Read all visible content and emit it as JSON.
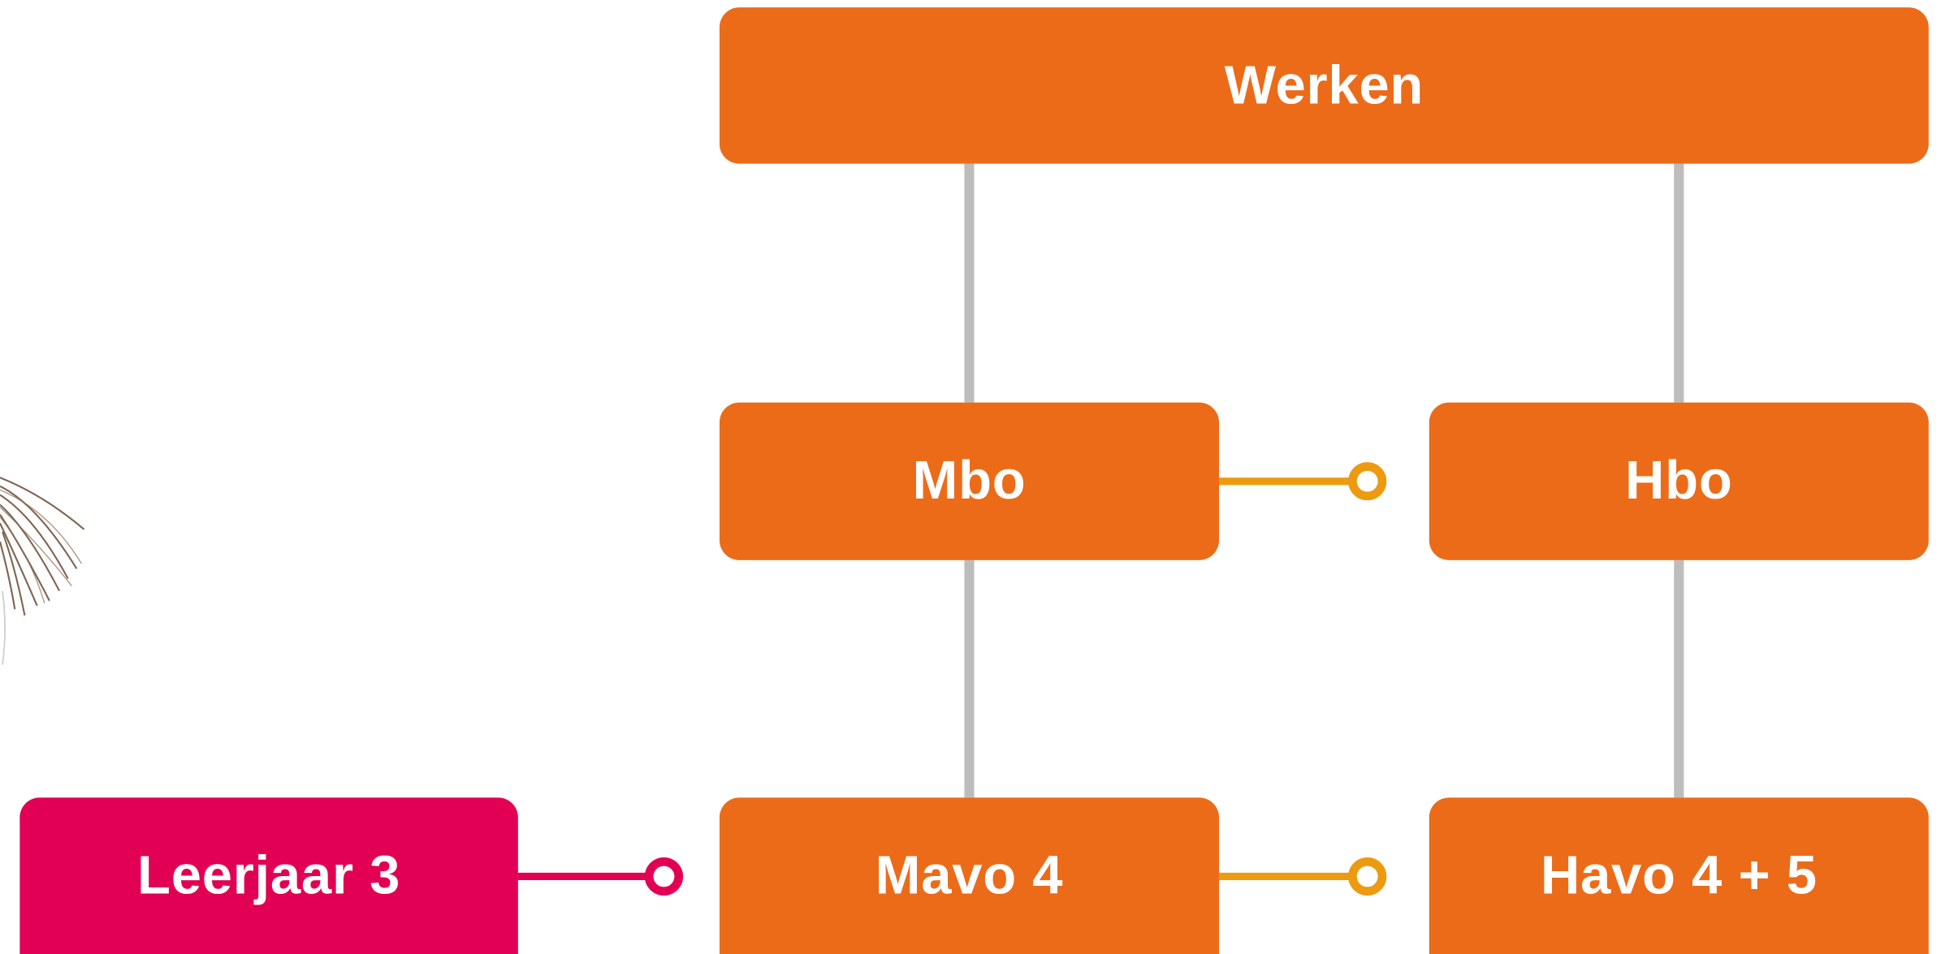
{
  "colors": {
    "orange": "#EC6B19",
    "magenta": "#E20054",
    "connector_orange": "#EC9A0F",
    "vertical_line": "#BDBDBD",
    "background": "#FFFFFF"
  },
  "nodes": {
    "werken": "Werken",
    "mbo": "Mbo",
    "hbo": "Hbo",
    "mavo4": "Mavo 4",
    "havo45": "Havo 4 + 5",
    "leerjaar3": "Leerjaar 3"
  },
  "edges": [
    {
      "from": "mbo",
      "to": "werken",
      "style": "vertical"
    },
    {
      "from": "hbo",
      "to": "werken",
      "style": "vertical"
    },
    {
      "from": "mavo4",
      "to": "mbo",
      "style": "vertical"
    },
    {
      "from": "havo45",
      "to": "hbo",
      "style": "vertical"
    },
    {
      "from": "mbo",
      "to": "hbo",
      "style": "connector"
    },
    {
      "from": "mavo4",
      "to": "havo45",
      "style": "connector"
    },
    {
      "from": "leerjaar3",
      "to": "mavo4",
      "style": "connector"
    }
  ]
}
